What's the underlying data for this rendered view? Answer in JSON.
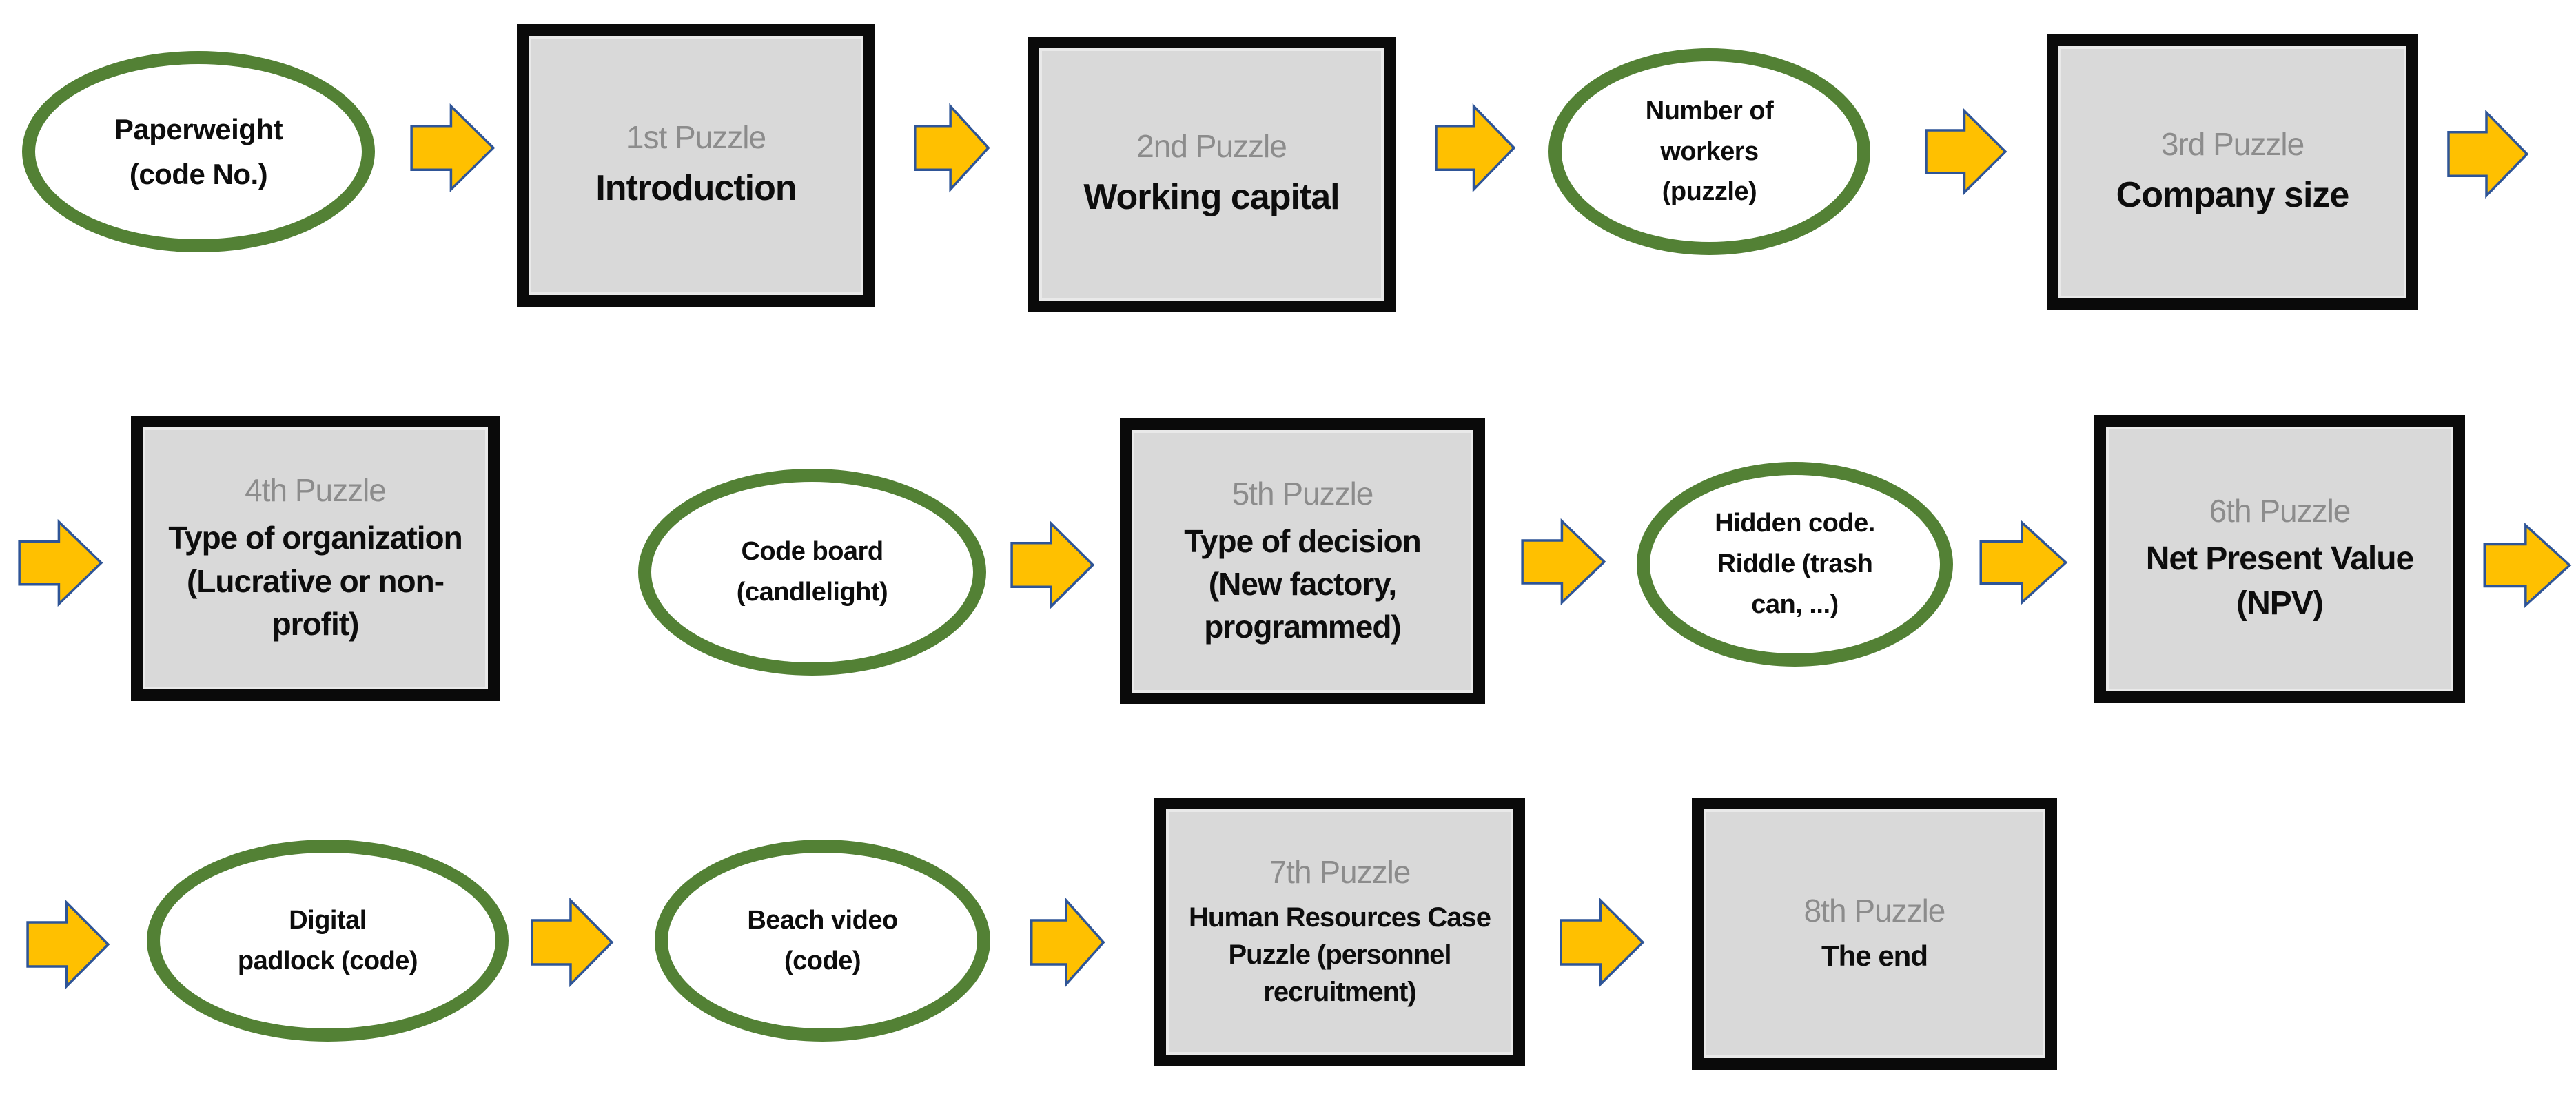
{
  "diagram": {
    "type": "flowchart",
    "colors": {
      "background": "#FFFFFF",
      "ellipse_border_green": "#538135",
      "box_fill_gray": "#D9D9D9",
      "box_border_black": "#0A0A0A",
      "box_title_gray": "#8C8C8C",
      "body_text": "#0D0D0D",
      "arrow_fill_gold": "#FFC000",
      "arrow_outline_blue": "#2F5597"
    },
    "connectors": {
      "glyph": "right-arrow",
      "count": 14
    },
    "nodes": [
      {
        "shape": "ellipse",
        "lines": [
          "Paperweight",
          "(code No.)"
        ]
      },
      {
        "shape": "box",
        "title": "1st Puzzle",
        "lines": [
          "Introduction"
        ]
      },
      {
        "shape": "box",
        "title": "2nd Puzzle",
        "lines": [
          "Working capital"
        ]
      },
      {
        "shape": "ellipse",
        "lines": [
          "Number of",
          "workers",
          "(puzzle)"
        ]
      },
      {
        "shape": "box",
        "title": "3rd Puzzle",
        "lines": [
          "Company size"
        ]
      },
      {
        "shape": "box",
        "title": "4th Puzzle",
        "lines": [
          "Type of organization",
          "(Lucrative or non-",
          "profit)"
        ]
      },
      {
        "shape": "ellipse",
        "lines": [
          "Code board",
          "(candlelight)"
        ]
      },
      {
        "shape": "box",
        "title": "5th Puzzle",
        "lines": [
          "Type of decision",
          "(New factory,",
          "programmed)"
        ]
      },
      {
        "shape": "ellipse",
        "lines": [
          "Hidden code.",
          "Riddle (trash",
          "can, ...)"
        ]
      },
      {
        "shape": "box",
        "title": "6th Puzzle",
        "lines": [
          "Net Present Value",
          "(NPV)"
        ]
      },
      {
        "shape": "ellipse",
        "lines": [
          "Digital",
          "padlock (code)"
        ]
      },
      {
        "shape": "ellipse",
        "lines": [
          "Beach video",
          "(code)"
        ]
      },
      {
        "shape": "box",
        "title": "7th Puzzle",
        "lines": [
          "Human Resources Case",
          "Puzzle (personnel",
          "recruitment)"
        ]
      },
      {
        "shape": "box",
        "title": "8th Puzzle",
        "lines": [
          "The end"
        ]
      }
    ]
  }
}
